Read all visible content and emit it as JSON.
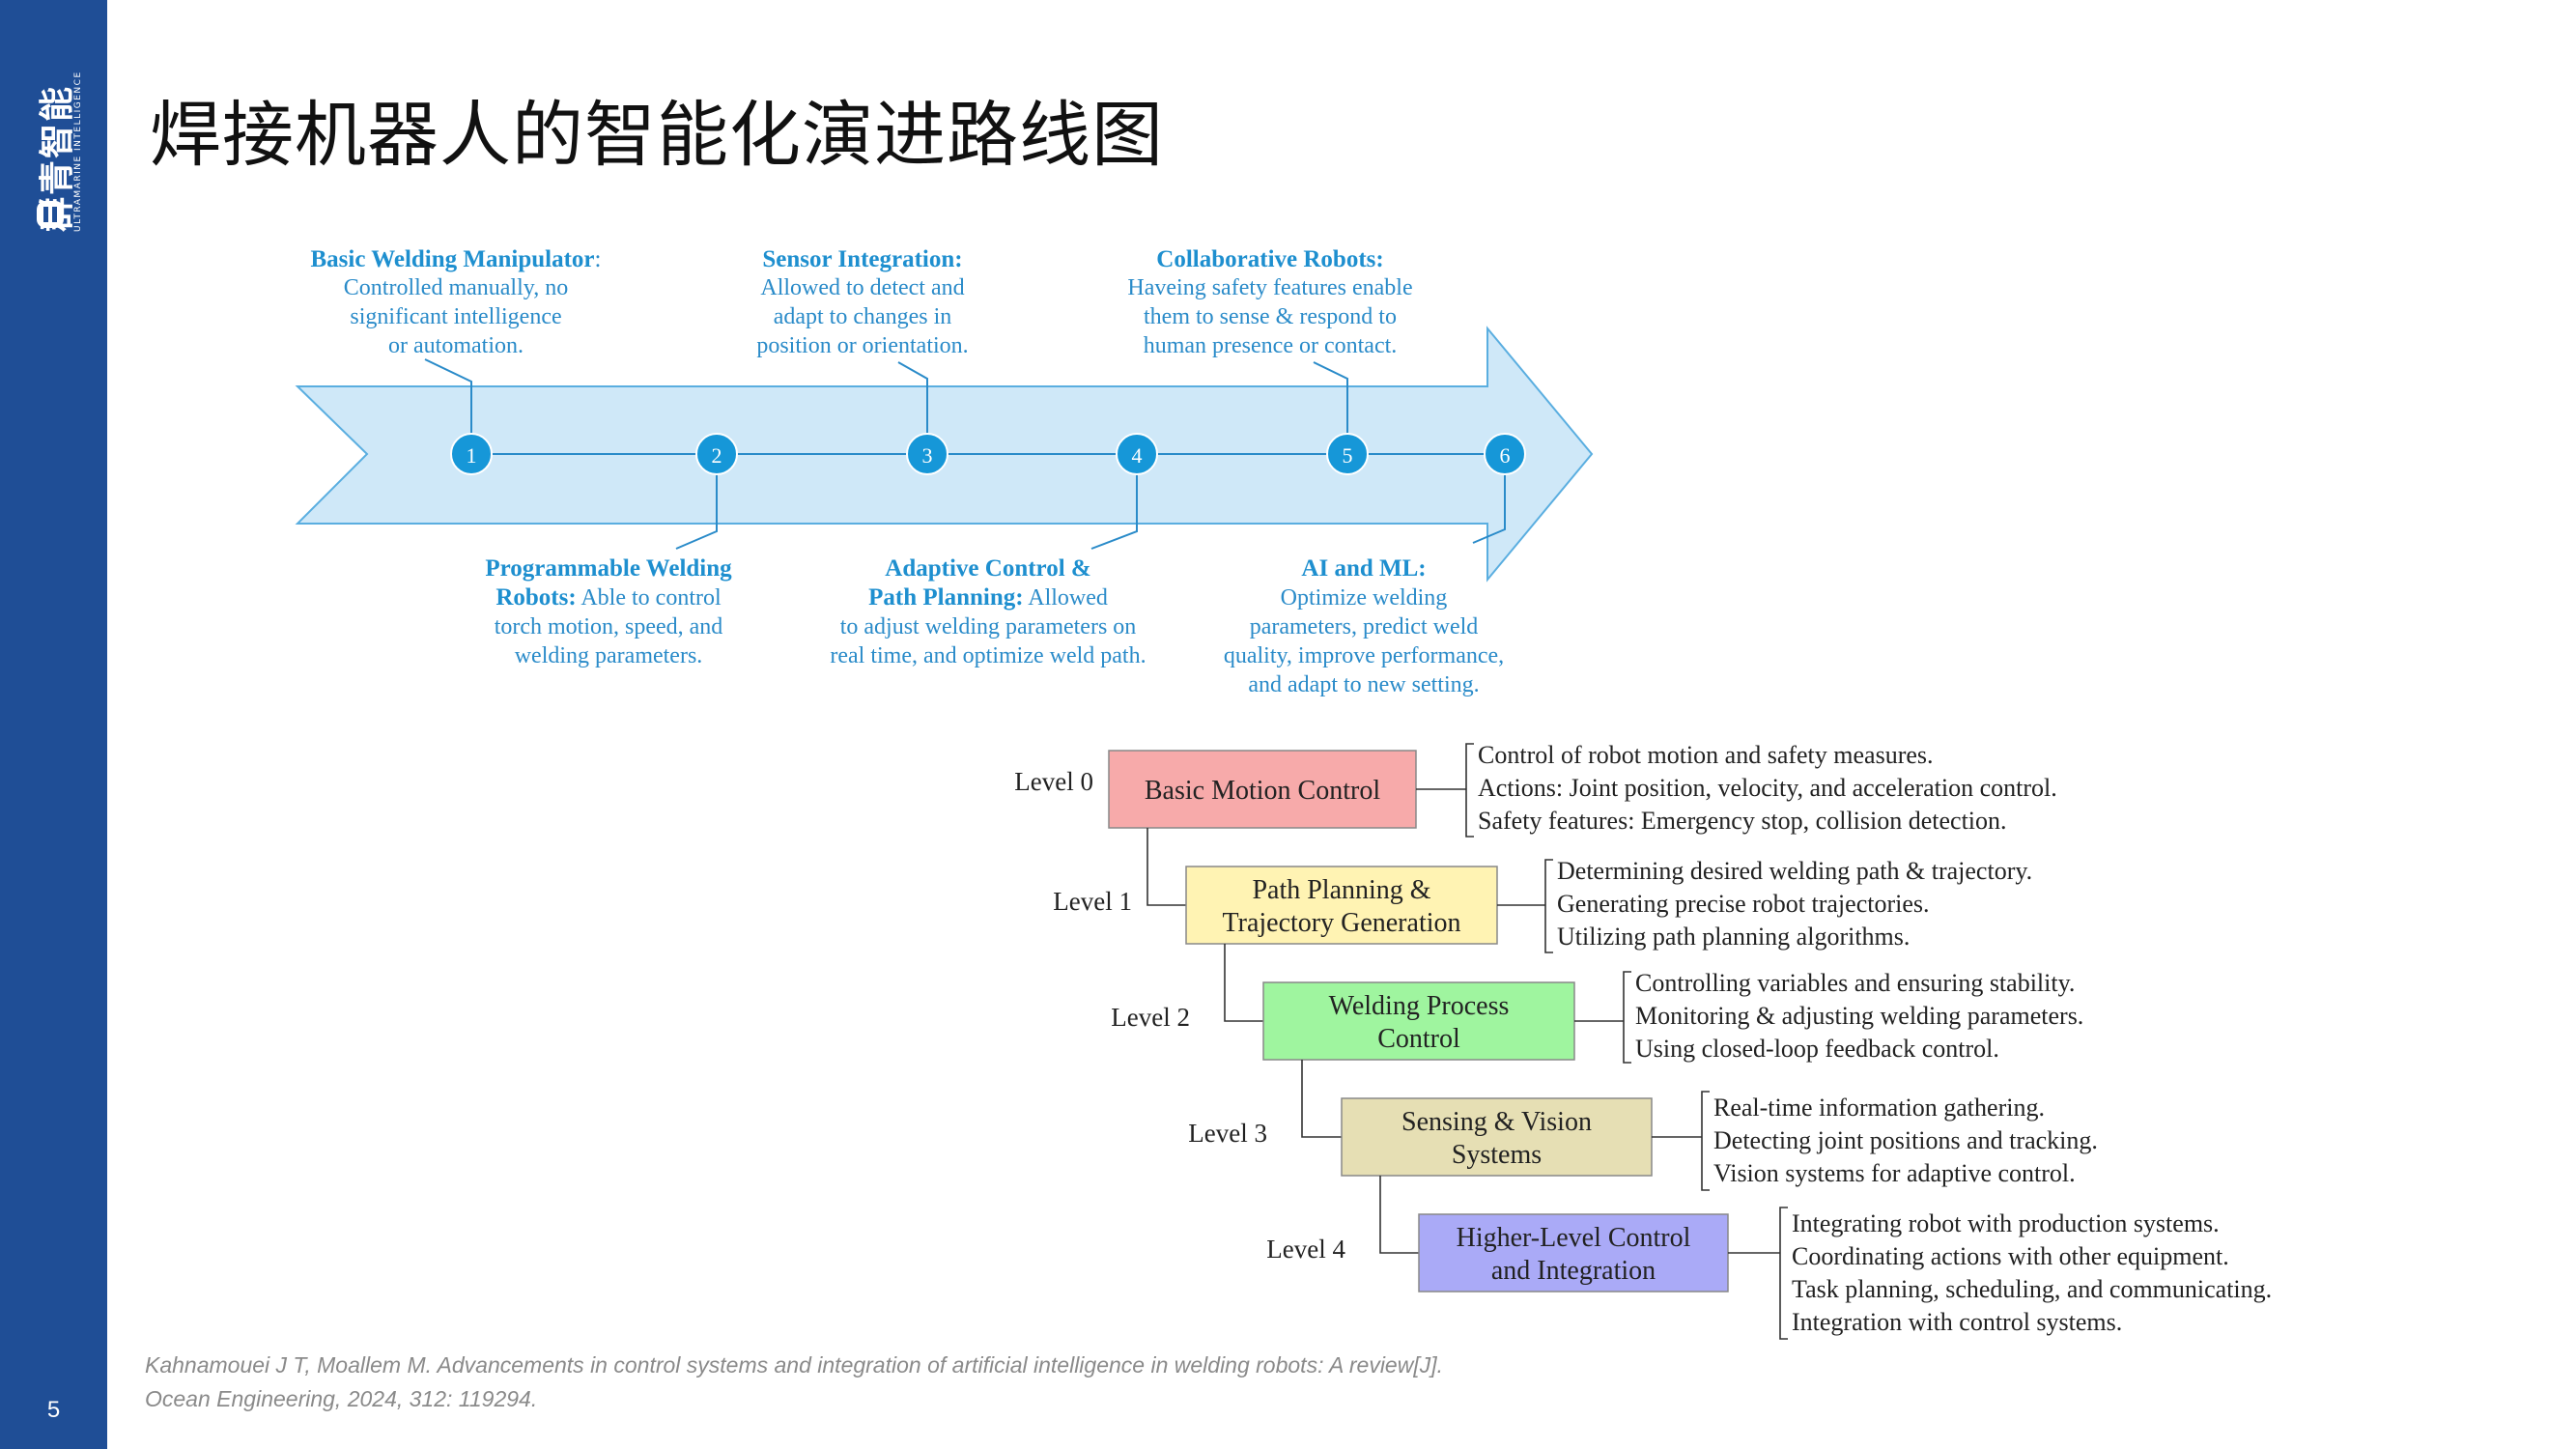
{
  "sidebar": {
    "logo_cn": "群青智能",
    "logo_en": "ULTRAMARINE INTELLIGENCE",
    "page_number": "5"
  },
  "title": "焊接机器人的智能化演进路线图",
  "timeline": {
    "nodes": [
      "1",
      "2",
      "3",
      "4",
      "5",
      "6"
    ],
    "top_labels": [
      {
        "heading": "Basic Welding Manipulator",
        "suffix": ":",
        "lines": [
          "Controlled manually, no",
          "significant intelligence",
          "or automation."
        ]
      },
      {
        "heading": "Sensor Integration:",
        "lines": [
          "Allowed to detect and",
          "adapt to changes in",
          "position or orientation."
        ]
      },
      {
        "heading": "Collaborative Robots:",
        "lines": [
          "Haveing safety features enable",
          "them to sense & respond to",
          "human presence or contact."
        ]
      }
    ],
    "bottom_labels": [
      {
        "heading1": "Programmable Welding",
        "heading2": "Robots:",
        "tail2": " Able to control",
        "lines": [
          "torch motion, speed, and",
          "welding parameters."
        ]
      },
      {
        "heading1": "Adaptive Control &",
        "heading2": "Path Planning:",
        "tail2": " Allowed",
        "lines": [
          "to adjust welding parameters on",
          "real time, and optimize weld path."
        ]
      },
      {
        "heading1": "AI and ML:",
        "lines": [
          "Optimize welding",
          "parameters, predict weld",
          "quality, improve performance,",
          "and adapt to new setting."
        ]
      }
    ]
  },
  "hierarchy": {
    "levels": [
      {
        "label": "Level 0",
        "box": [
          "Basic Motion Control"
        ],
        "fill": "#f7aaaa",
        "details": [
          "Control of robot motion and safety measures.",
          "Actions: Joint position, velocity, and acceleration control.",
          "Safety features: Emergency stop, collision detection."
        ]
      },
      {
        "label": "Level 1",
        "box": [
          "Path Planning &",
          "Trajectory Generation"
        ],
        "fill": "#fff3b3",
        "details": [
          "Determining desired welding path & trajectory.",
          "Generating precise robot trajectories.",
          "Utilizing path planning algorithms."
        ]
      },
      {
        "label": "Level 2",
        "box": [
          "Welding Process",
          "Control"
        ],
        "fill": "#9ff59f",
        "details": [
          "Controlling variables and ensuring stability.",
          "Monitoring & adjusting welding parameters.",
          "Using closed-loop feedback control."
        ]
      },
      {
        "label": "Level 3",
        "box": [
          "Sensing & Vision",
          "Systems"
        ],
        "fill": "#e6dfb4",
        "details": [
          "Real-time information gathering.",
          "Detecting joint positions and tracking.",
          "Vision systems for adaptive control."
        ]
      },
      {
        "label": "Level 4",
        "box": [
          "Higher-Level Control",
          "and Integration"
        ],
        "fill": "#aaaaf7",
        "details": [
          "Integrating robot with production systems.",
          "Coordinating actions with other equipment.",
          "Task planning, scheduling, and communicating.",
          "Integration with control systems."
        ]
      }
    ]
  },
  "citation": "Kahnamouei J T, Moallem M. Advancements in control systems and integration of artificial intelligence in welding robots: A review[J]. Ocean Engineering, 2024, 312: 119294.",
  "colors": {
    "sidebar": "#1f4e96",
    "arrow_fill": "#cfe8f8",
    "arrow_stroke": "#5aaee0",
    "node_fill": "#1697d8",
    "heading_blue": "#1e8fcf",
    "body_blue": "#2a8bc9"
  }
}
